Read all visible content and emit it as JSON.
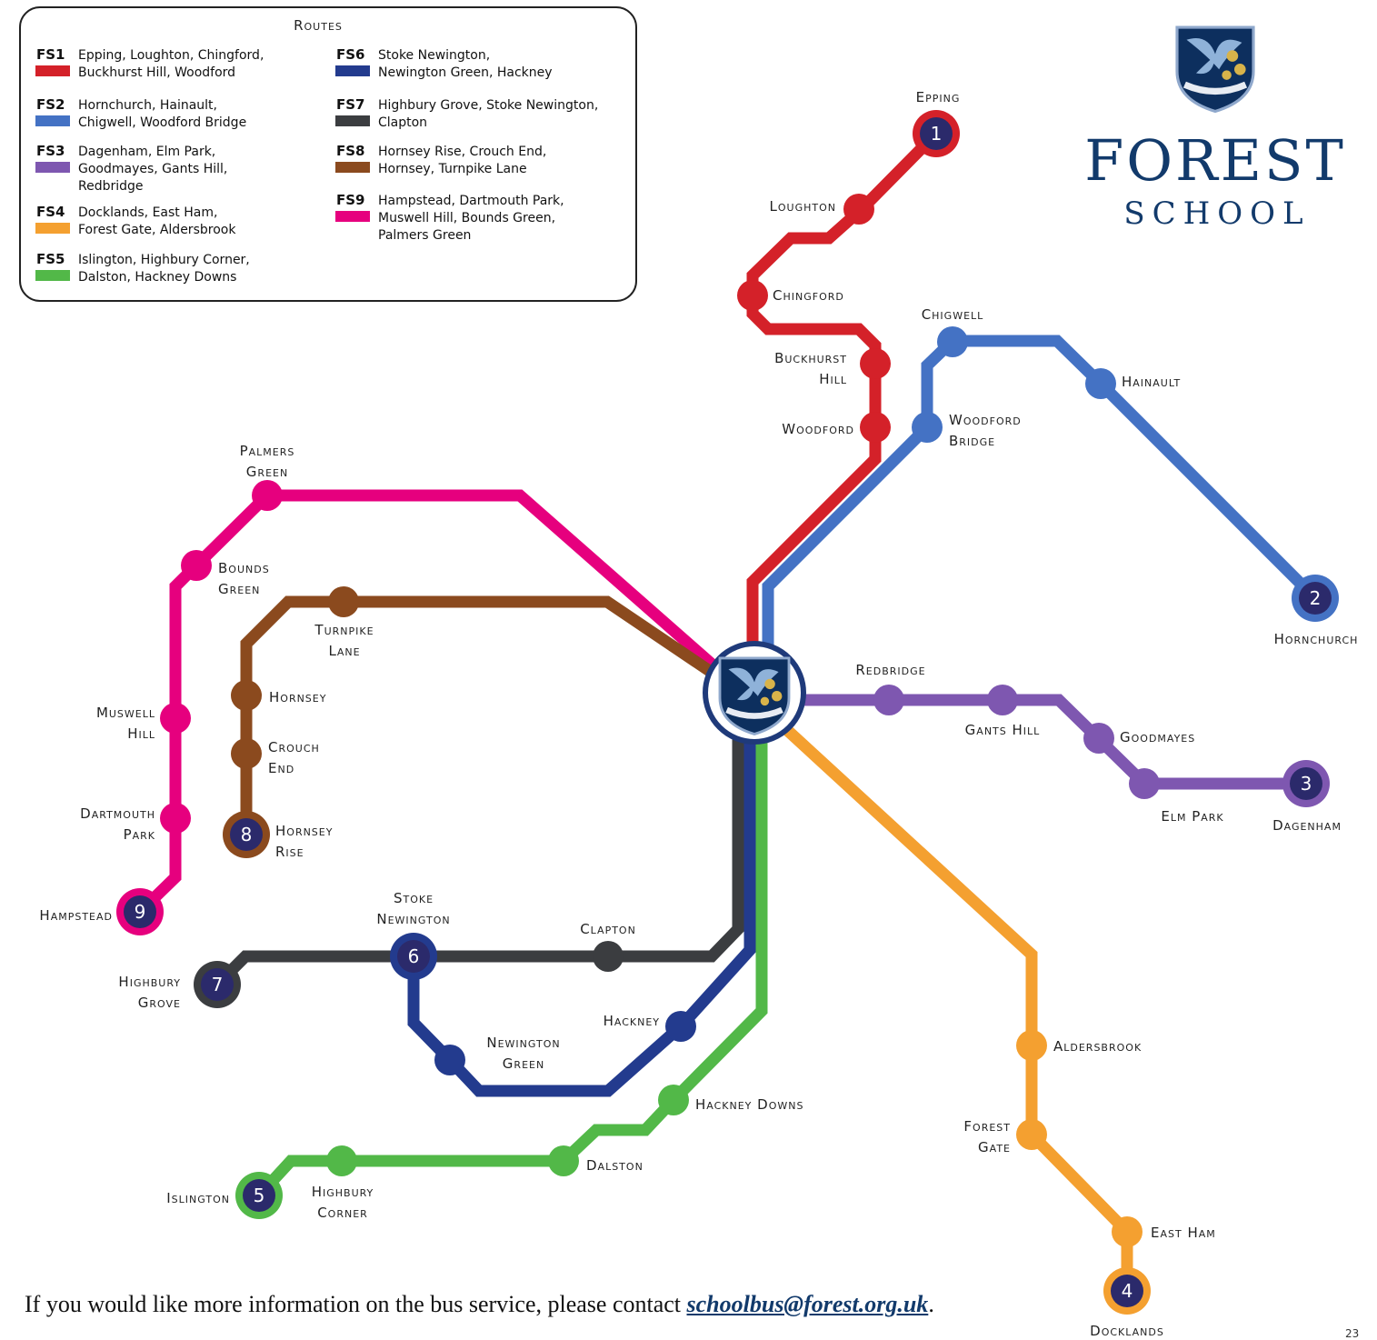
{
  "legend": {
    "title": "Routes",
    "routes": [
      {
        "code": "FS1",
        "color": "#d42129",
        "lines": [
          "Epping, Loughton, Chingford,",
          "Buckhurst Hill, Woodford"
        ]
      },
      {
        "code": "FS2",
        "color": "#4472c4",
        "lines": [
          "Hornchurch, Hainault,",
          "Chigwell, Woodford Bridge"
        ]
      },
      {
        "code": "FS3",
        "color": "#7e57b0",
        "lines": [
          "Dagenham, Elm Park,",
          "Goodmayes, Gants Hill,",
          "Redbridge"
        ]
      },
      {
        "code": "FS4",
        "color": "#f4a030",
        "lines": [
          "Docklands, East Ham,",
          "Forest Gate, Aldersbrook"
        ]
      },
      {
        "code": "FS5",
        "color": "#52b848",
        "lines": [
          "Islington, Highbury Corner,",
          "Dalston, Hackney Downs"
        ]
      },
      {
        "code": "FS6",
        "color": "#233b8e",
        "lines": [
          "Stoke Newington,",
          "Newington Green, Hackney"
        ]
      },
      {
        "code": "FS7",
        "color": "#3b3d40",
        "lines": [
          "Highbury Grove, Stoke Newington,",
          "Clapton"
        ]
      },
      {
        "code": "FS8",
        "color": "#8b4a1e",
        "lines": [
          "Hornsey Rise, Crouch End,",
          "Hornsey, Turnpike Lane"
        ]
      },
      {
        "code": "FS9",
        "color": "#e6007e",
        "lines": [
          "Hampstead, Dartmouth Park,",
          "Muswell Hill, Bounds Green,",
          "Palmers Green"
        ]
      }
    ]
  },
  "brand": {
    "name": "FOREST",
    "sub": "SCHOOL",
    "color": "#123a6b"
  },
  "hub": {
    "name": "Forest School"
  },
  "stations": [
    {
      "id": "epping",
      "label": [
        "Epping"
      ],
      "route": "FS1",
      "terminal": "1"
    },
    {
      "id": "loughton",
      "label": [
        "Loughton"
      ],
      "route": "FS1"
    },
    {
      "id": "chingford",
      "label": [
        "Chingford"
      ],
      "route": "FS1"
    },
    {
      "id": "buckhurst-hill",
      "label": [
        "Buckhurst",
        "Hill"
      ],
      "route": "FS1"
    },
    {
      "id": "woodford",
      "label": [
        "Woodford"
      ],
      "route": "FS1"
    },
    {
      "id": "chigwell",
      "label": [
        "Chigwell"
      ],
      "route": "FS2"
    },
    {
      "id": "hainault",
      "label": [
        "Hainault"
      ],
      "route": "FS2"
    },
    {
      "id": "woodford-bridge",
      "label": [
        "Woodford",
        "Bridge"
      ],
      "route": "FS2"
    },
    {
      "id": "hornchurch",
      "label": [
        "Hornchurch"
      ],
      "route": "FS2",
      "terminal": "2"
    },
    {
      "id": "redbridge",
      "label": [
        "Redbridge"
      ],
      "route": "FS3"
    },
    {
      "id": "gants-hill",
      "label": [
        "Gants Hill"
      ],
      "route": "FS3"
    },
    {
      "id": "goodmayes",
      "label": [
        "Goodmayes"
      ],
      "route": "FS3"
    },
    {
      "id": "elm-park",
      "label": [
        "Elm Park"
      ],
      "route": "FS3"
    },
    {
      "id": "dagenham",
      "label": [
        "Dagenham"
      ],
      "route": "FS3",
      "terminal": "3"
    },
    {
      "id": "aldersbrook",
      "label": [
        "Aldersbrook"
      ],
      "route": "FS4"
    },
    {
      "id": "forest-gate",
      "label": [
        "Forest",
        "Gate"
      ],
      "route": "FS4"
    },
    {
      "id": "east-ham",
      "label": [
        "East Ham"
      ],
      "route": "FS4"
    },
    {
      "id": "docklands",
      "label": [
        "Docklands"
      ],
      "route": "FS4",
      "terminal": "4"
    },
    {
      "id": "hackney-downs",
      "label": [
        "Hackney Downs"
      ],
      "route": "FS5"
    },
    {
      "id": "dalston",
      "label": [
        "Dalston"
      ],
      "route": "FS5"
    },
    {
      "id": "highbury-corner",
      "label": [
        "Highbury",
        "Corner"
      ],
      "route": "FS5"
    },
    {
      "id": "islington",
      "label": [
        "Islington"
      ],
      "route": "FS5",
      "terminal": "5"
    },
    {
      "id": "hackney",
      "label": [
        "Hackney"
      ],
      "route": "FS6"
    },
    {
      "id": "newington-green",
      "label": [
        "Newington",
        "Green"
      ],
      "route": "FS6"
    },
    {
      "id": "stoke-newington",
      "label": [
        "Stoke",
        "Newington"
      ],
      "route": "FS6",
      "terminal": "6"
    },
    {
      "id": "clapton",
      "label": [
        "Clapton"
      ],
      "route": "FS7"
    },
    {
      "id": "highbury-grove",
      "label": [
        "Highbury",
        "Grove"
      ],
      "route": "FS7",
      "terminal": "7"
    },
    {
      "id": "turnpike-lane",
      "label": [
        "Turnpike",
        "Lane"
      ],
      "route": "FS8"
    },
    {
      "id": "hornsey",
      "label": [
        "Hornsey"
      ],
      "route": "FS8"
    },
    {
      "id": "crouch-end",
      "label": [
        "Crouch",
        "End"
      ],
      "route": "FS8"
    },
    {
      "id": "hornsey-rise",
      "label": [
        "Hornsey",
        "Rise"
      ],
      "route": "FS8",
      "terminal": "8"
    },
    {
      "id": "palmers-green",
      "label": [
        "Palmers",
        "Green"
      ],
      "route": "FS9"
    },
    {
      "id": "bounds-green",
      "label": [
        "Bounds",
        "Green"
      ],
      "route": "FS9"
    },
    {
      "id": "muswell-hill",
      "label": [
        "Muswell",
        "Hill"
      ],
      "route": "FS9"
    },
    {
      "id": "dartmouth-park",
      "label": [
        "Dartmouth",
        "Park"
      ],
      "route": "FS9"
    },
    {
      "id": "hampstead",
      "label": [
        "Hampstead"
      ],
      "route": "FS9",
      "terminal": "9"
    }
  ],
  "footer": {
    "text": "If you would like more information on the bus service, please contact ",
    "email": "schoolbus@forest.org.uk",
    "end": "."
  },
  "page_number": "23"
}
